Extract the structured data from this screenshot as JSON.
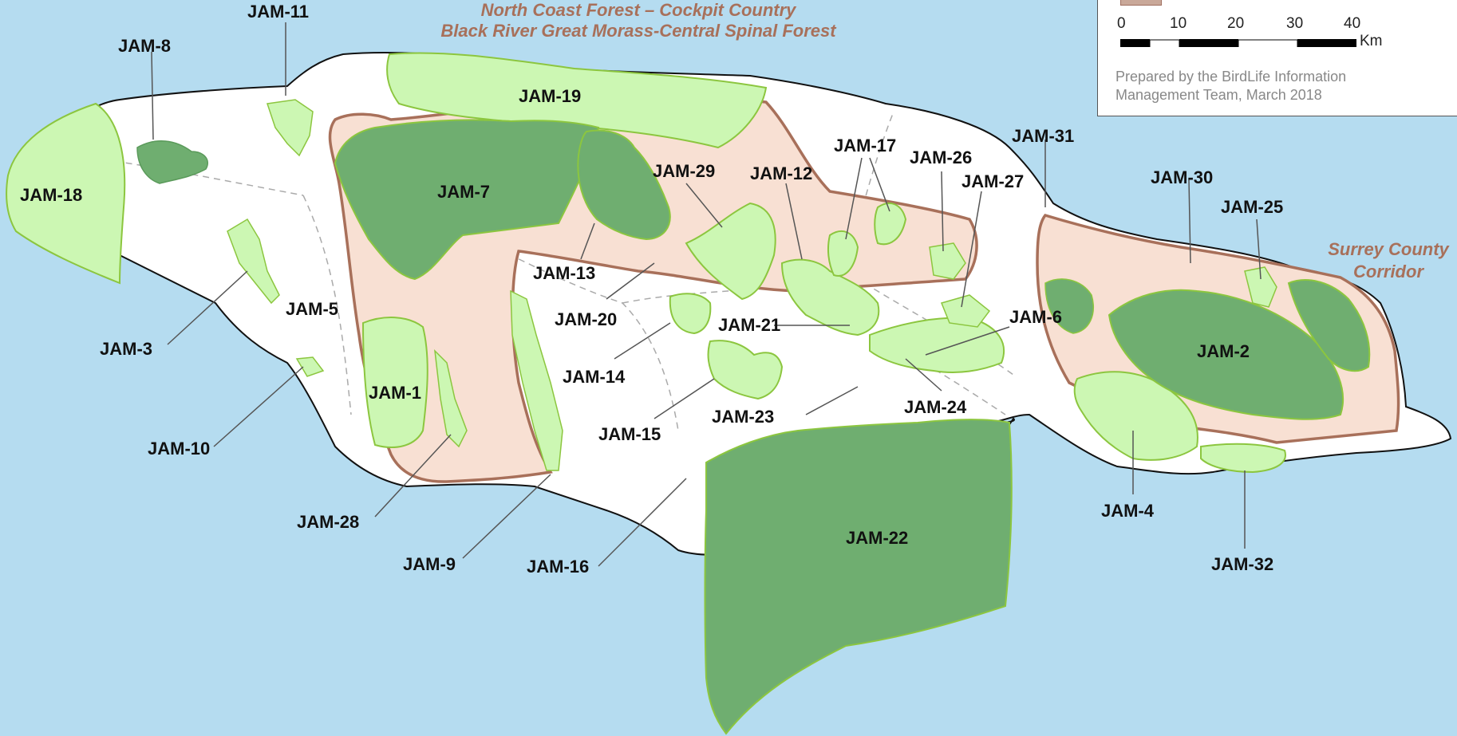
{
  "corridor_labels": {
    "north_coast": "North Coast Forest – Cockpit Country",
    "black_river": "Black River Great Morass-Central Spinal Forest",
    "surrey_1": "Surrey County",
    "surrey_2": "Corridor"
  },
  "site_labels": {
    "jam1": "JAM-1",
    "jam2": "JAM-2",
    "jam3": "JAM-3",
    "jam4": "JAM-4",
    "jam5": "JAM-5",
    "jam6": "JAM-6",
    "jam7": "JAM-7",
    "jam8": "JAM-8",
    "jam9": "JAM-9",
    "jam10": "JAM-10",
    "jam11": "JAM-11",
    "jam12": "JAM-12",
    "jam13": "JAM-13",
    "jam14": "JAM-14",
    "jam15": "JAM-15",
    "jam16": "JAM-16",
    "jam17": "JAM-17",
    "jam18": "JAM-18",
    "jam19": "JAM-19",
    "jam20": "JAM-20",
    "jam21": "JAM-21",
    "jam22": "JAM-22",
    "jam23": "JAM-23",
    "jam24": "JAM-24",
    "jam25": "JAM-25",
    "jam26": "JAM-26",
    "jam27": "JAM-27",
    "jam28": "JAM-28",
    "jam29": "JAM-29",
    "jam30": "JAM-30",
    "jam31": "JAM-31",
    "jam32": "JAM-32"
  },
  "legend": {
    "scale_ticks": [
      "0",
      "10",
      "20",
      "30",
      "40"
    ],
    "scale_unit": "Km",
    "credit_line1": "Prepared by the BirdLife Information",
    "credit_line2": "Management Team, March 2018"
  },
  "colors": {
    "sea": "#b5dcf0",
    "land": "#ffffff",
    "corridor_fill": "#f8e0d3",
    "corridor_border": "#a8705a",
    "kba_dark": "#6fae70",
    "kba_light": "#ccf7b3",
    "kba_border": "#8cc63f"
  }
}
